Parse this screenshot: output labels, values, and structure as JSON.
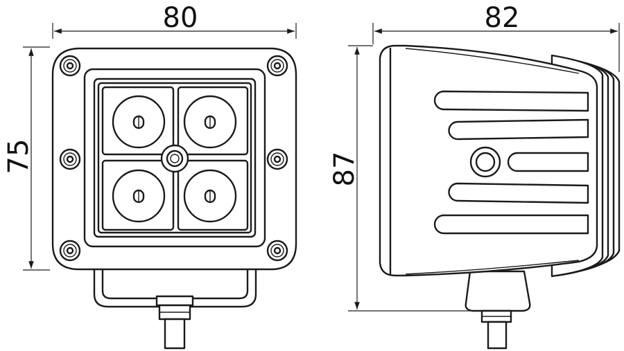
{
  "dimensions": {
    "front_width": "80",
    "front_height": "75",
    "side_width": "82",
    "side_height": "87"
  },
  "colors": {
    "line": "#1a1a1a",
    "background": "#ffffff"
  }
}
